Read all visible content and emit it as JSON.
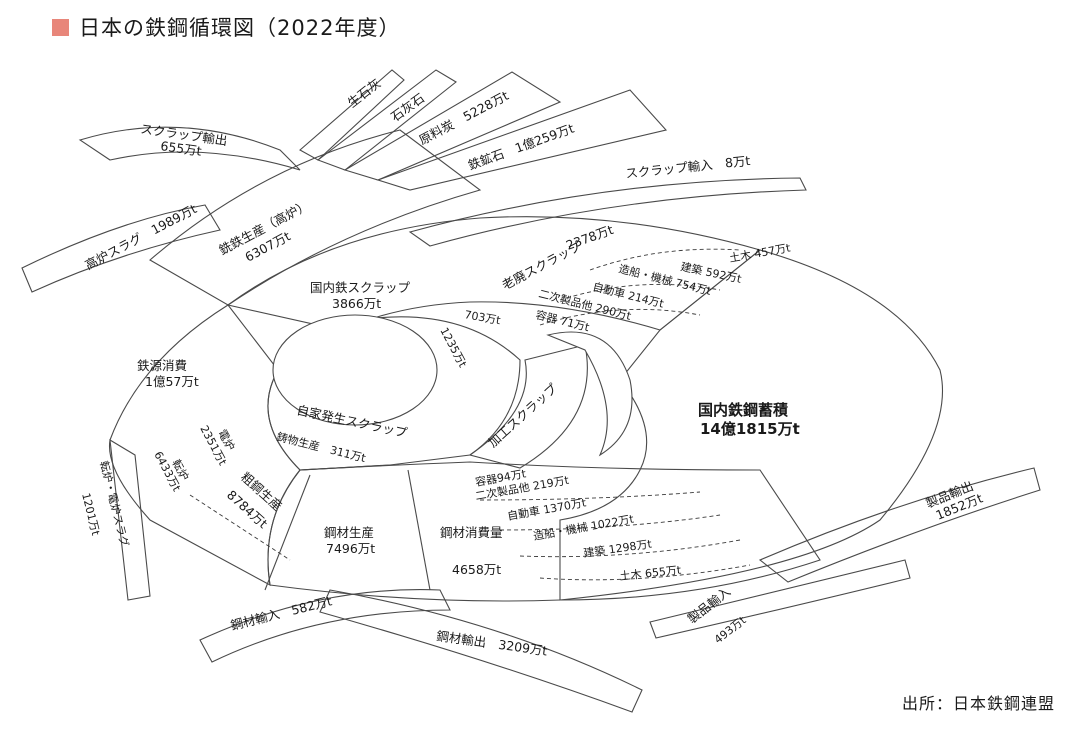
{
  "title": "日本の鉄鋼循環図（2022年度）",
  "source": "出所：日本鉄鋼連盟",
  "colors": {
    "title_square": "#e8867a",
    "iron_source": "#f0b8b8",
    "scrap": "#a9c2d8",
    "pig_iron": "#f3e38a",
    "steel_products": "#f6cba9",
    "stock": "#b5d99e",
    "byproduct": "#c8c8c8",
    "ore": "#c9943e",
    "coal": "#9a9a9a"
  },
  "nodes": {
    "quicklime": "生石灰",
    "limestone": "石灰石",
    "coking_coal": "原料炭　5228万t",
    "iron_ore": "鉄鉱石　1億259万t",
    "scrap_export": {
      "name": "スクラップ輸出",
      "value": "655万t"
    },
    "scrap_import": "スクラップ輸入　8万t",
    "bf_slag": "高炉スラグ　1989万t",
    "pig_iron": {
      "name": "銑鉄生産（高炉）",
      "value": "6307万t"
    },
    "domestic_scrap": {
      "name": "国内鉄スクラップ",
      "value": "3866万t"
    },
    "old_scrap": {
      "name": "老廃スクラップ",
      "value": "2378万t"
    },
    "iron_consumption": {
      "name": "鉄源消費",
      "value": "1億57万t"
    },
    "flow_1235": "1235万t",
    "flow_703": "703万t",
    "home_scrap": "自家発生スクラップ",
    "processing_scrap": "加工スクラップ",
    "casting": "鋳物生産　311万t",
    "eaf": {
      "name": "電炉",
      "value": "2351万t"
    },
    "bof": {
      "name": "転炉",
      "value": "6433万t"
    },
    "crude_steel": {
      "name": "粗鋼生産",
      "value": "8784万t"
    },
    "slag_out": "転炉・電炉スラグ",
    "slag_out_value": "1201万t",
    "rolled_steel": {
      "name": "鋼材生産",
      "value": "7496万t"
    },
    "steel_consumption": {
      "name": "鋼材消費量",
      "value": "4658万t"
    },
    "steel_import": "鋼材輸入　582万t",
    "steel_export": "鋼材輸出　3209万t",
    "stock": {
      "name": "国内鉄鋼蓄積",
      "value": "14億1815万t"
    },
    "product_export": {
      "name": "製品輸出",
      "value": "1852万t"
    },
    "product_import": {
      "name": "製品輸入",
      "value": "493万t"
    }
  },
  "scrap_sources": [
    "土木 457万t",
    "建築 592万t",
    "造船・機械 754万t",
    "自動車 214万t",
    "二次製品他 290万t",
    "容器 71万t"
  ],
  "consumption_uses": [
    "容器94万t",
    "二次製品他 219万t",
    "自動車 1370万t",
    "造船・機械 1022万t",
    "建築 1298万t",
    "土木 655万t"
  ]
}
